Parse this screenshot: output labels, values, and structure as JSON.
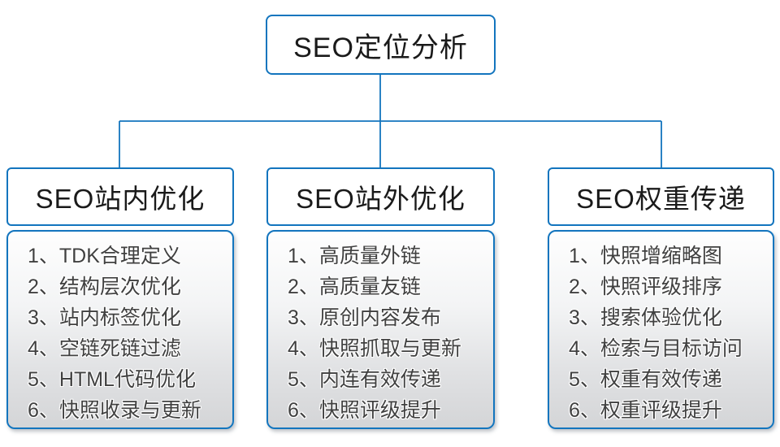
{
  "colors": {
    "line": "#1375be",
    "header_text": "#1a1a1a",
    "list_text": "#404040"
  },
  "diagram": {
    "root": {
      "label": "SEO定位分析"
    },
    "branches": [
      {
        "title": "SEO站内优化",
        "items": [
          "1、TDK合理定义",
          "2、结构层次优化",
          "3、站内标签优化",
          "4、空链死链过滤",
          "5、HTML代码优化",
          "6、快照收录与更新"
        ]
      },
      {
        "title": "SEO站外优化",
        "items": [
          "1、高质量外链",
          "2、高质量友链",
          "3、原创内容发布",
          "4、快照抓取与更新",
          "5、内连有效传递",
          "6、快照评级提升"
        ]
      },
      {
        "title": "SEO权重传递",
        "items": [
          "1、快照增缩略图",
          "2、快照评级排序",
          "3、搜索体验优化",
          "4、检索与目标访问",
          "5、权重有效传递",
          "6、权重评级提升"
        ]
      }
    ]
  }
}
